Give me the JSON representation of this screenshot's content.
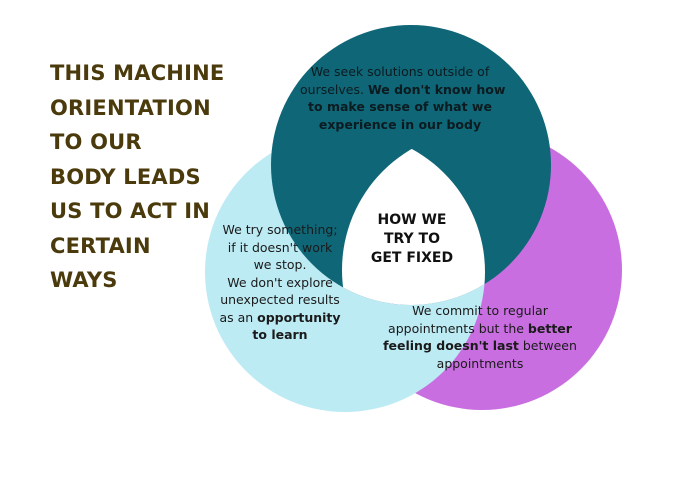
{
  "heading": {
    "lines": [
      "THIS MACHINE",
      "ORIENTATION",
      "TO OUR",
      "BODY LEADS",
      "US TO ACT IN",
      "CERTAIN",
      "WAYS"
    ]
  },
  "colors": {
    "heading_text": "#4a3a0c",
    "circle_top": "#0f6677",
    "circle_left": "#bdebf4",
    "circle_right": "#c96ee0",
    "center": "#ffffff"
  },
  "center": {
    "lines": [
      "HOW WE",
      "TRY TO",
      "GET FIXED"
    ]
  },
  "top": {
    "l1": "We seek solutions outside of",
    "l2a": "ourselves. ",
    "l2b": "We don't know how",
    "l3": "to make sense of what we",
    "l4": "experience in our body"
  },
  "left": {
    "l1": "We try something;",
    "l2": "if it doesn't work",
    "l3": "we stop.",
    "l4": "We don't explore",
    "l5": "unexpected results",
    "l6a": "as an ",
    "l6b": "opportunity",
    "l7": "to learn"
  },
  "right": {
    "l1": "We commit to regular",
    "l2a": "appointments but the ",
    "l2b": "better",
    "l3a": "feeling doesn't last",
    "l3b": " between",
    "l4": "appointments"
  }
}
